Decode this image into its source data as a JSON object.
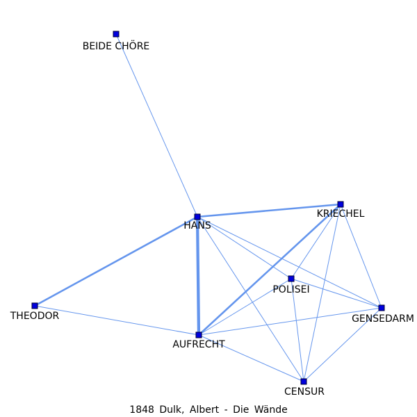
{
  "caption": "1848  Dulk,  Albert  -  Die  Wände",
  "colors": {
    "edge": "#6495ED",
    "node_fill": "#0000DD",
    "node_stroke": "#000033",
    "label": "#000000"
  },
  "nodes": [
    {
      "id": "beide-chore",
      "label": "BEIDE CHÖRE"
    },
    {
      "id": "hans",
      "label": "HANS"
    },
    {
      "id": "kriechel",
      "label": "KRIECHEL"
    },
    {
      "id": "polisei",
      "label": "POLISEI"
    },
    {
      "id": "theodor",
      "label": "THEODOR"
    },
    {
      "id": "gensedarm",
      "label": "GENSEDARM"
    },
    {
      "id": "aufrecht",
      "label": "AUFRECHT"
    },
    {
      "id": "censur",
      "label": "CENSUR"
    }
  ],
  "edges": [
    {
      "source": "beide-chore",
      "target": "hans",
      "weight": 1
    },
    {
      "source": "hans",
      "target": "kriechel",
      "weight": 3
    },
    {
      "source": "hans",
      "target": "theodor",
      "weight": 3
    },
    {
      "source": "hans",
      "target": "aufrecht",
      "weight": 5
    },
    {
      "source": "hans",
      "target": "polisei",
      "weight": 1
    },
    {
      "source": "hans",
      "target": "gensedarm",
      "weight": 1
    },
    {
      "source": "hans",
      "target": "censur",
      "weight": 1
    },
    {
      "source": "kriechel",
      "target": "aufrecht",
      "weight": 3
    },
    {
      "source": "kriechel",
      "target": "polisei",
      "weight": 1
    },
    {
      "source": "kriechel",
      "target": "gensedarm",
      "weight": 1
    },
    {
      "source": "kriechel",
      "target": "censur",
      "weight": 1
    },
    {
      "source": "polisei",
      "target": "aufrecht",
      "weight": 1
    },
    {
      "source": "polisei",
      "target": "gensedarm",
      "weight": 1
    },
    {
      "source": "polisei",
      "target": "censur",
      "weight": 1
    },
    {
      "source": "theodor",
      "target": "aufrecht",
      "weight": 1
    },
    {
      "source": "aufrecht",
      "target": "gensedarm",
      "weight": 1
    },
    {
      "source": "aufrecht",
      "target": "censur",
      "weight": 1
    },
    {
      "source": "gensedarm",
      "target": "censur",
      "weight": 1
    }
  ]
}
